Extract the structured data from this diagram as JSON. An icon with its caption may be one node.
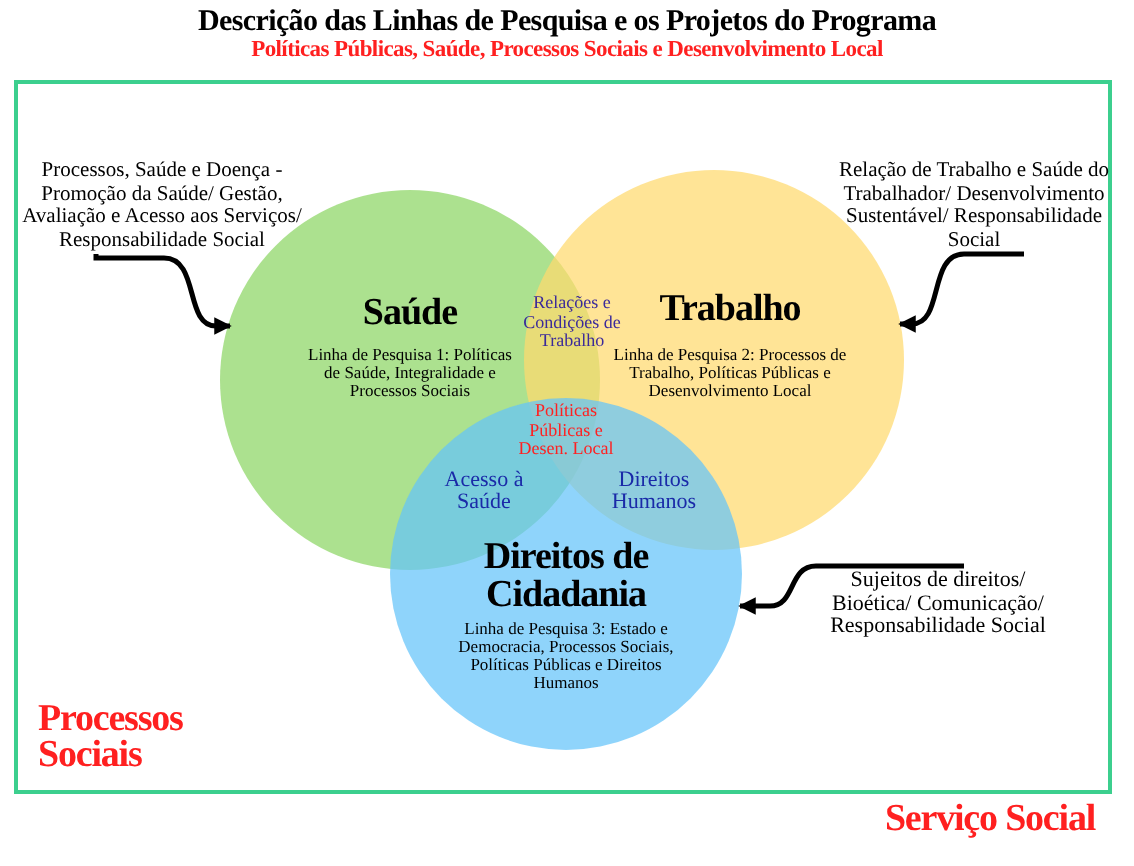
{
  "diagram": {
    "title": "Descrição das Linhas de Pesquisa e os Projetos do Programa",
    "nodes": [
      {
        "text": [
          "Processos Sociais"
        ]
      },
      {
        "text": [
          "Saúde",
          "Linha de Pesquisa 1: Políticas de Saúde, Integralidade e Processos Sociais"
        ],
        "in": 0
      },
      {
        "text": [
          "Trabalho",
          "Linha de Pesquisa 2: Processos de Trabalho, Políticas Públicas e Desenvolvimento Local"
        ],
        "in": 0
      },
      {
        "text": [
          "Direitos de Cidadania",
          "Linha de Pesquisa 3: Estado e Democracia, Processos Sociais, Políticas Públicas e Direitos Humanos"
        ],
        "in": 0
      },
      {
        "text": [
          "Processos, Saúde e Doença - Promoção da Saúde/ Gestão, Avaliação e Acesso aos Serviços/ Responsabilidade Social"
        ],
        "in": 0
      },
      {
        "text": [
          "Relação de Trabalho e Saúde do Trabalhador/ Desenvolvimento Sustentável/ Responsabilidade Social"
        ],
        "in": 0
      },
      {
        "text": [
          "Sujeitos de direitos/ Bioética/ Comunicação/ Responsabilidade Social"
        ],
        "in": 0
      }
    ],
    "edges": [
      {
        "from": 4,
        "to": 1,
        "arrow": "to"
      },
      {
        "from": 5,
        "to": 2,
        "arrow": "to"
      },
      {
        "from": 6,
        "to": 3,
        "arrow": "to"
      }
    ],
    "labels": [
      "Políticas Públicas, Saúde, Processos Sociais e Desenvolvimento Local",
      "Relações e Condições de Trabalho",
      "Políticas Públicas e Desen. Local",
      "Acesso à Saúde",
      "Direitos Humanos",
      "Serviço Social"
    ]
  }
}
